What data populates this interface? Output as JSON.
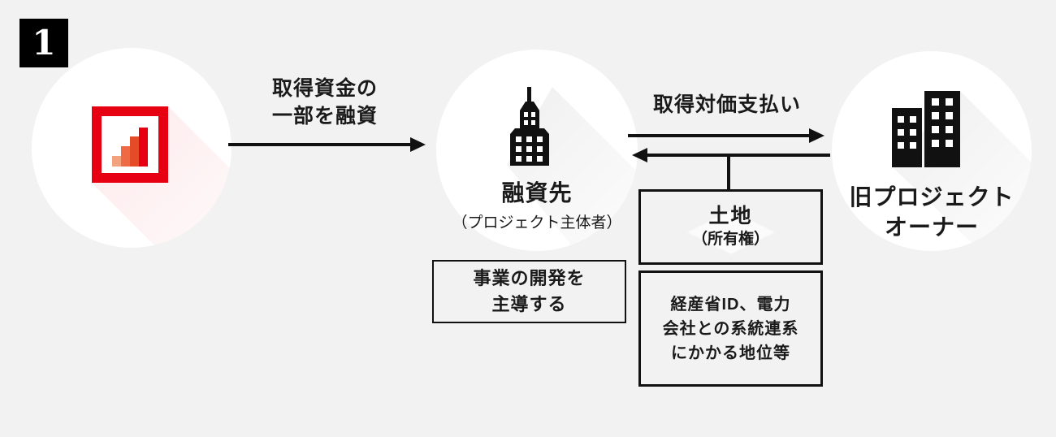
{
  "step_badge": {
    "number": "1"
  },
  "loan_arrow": {
    "label_line1": "取得資金の",
    "label_line2": "一部を融資"
  },
  "payment_arrow": {
    "label": "取得対価支払い"
  },
  "borrower_node": {
    "title": "融資先",
    "subtitle": "（プロジェクト主体者）"
  },
  "borrower_note": {
    "line1": "事業の開発を",
    "line2": "主導する"
  },
  "land_box": {
    "title": "土地",
    "subtitle": "（所有権）"
  },
  "rights_box": {
    "line1": "経産省ID、電力",
    "line2": "会社との系統連系",
    "line3": "にかかる地位等"
  },
  "old_owner_node": {
    "title_line1": "旧プロジェクト",
    "title_line2": "オーナー"
  },
  "colors": {
    "background": "#f2f2f2",
    "ink": "#111111",
    "text": "#1a1a1a",
    "accent_red": "#e60012",
    "bar_colors": [
      "#f2a37e",
      "#ed6a44",
      "#e64b28",
      "#e60012"
    ]
  }
}
